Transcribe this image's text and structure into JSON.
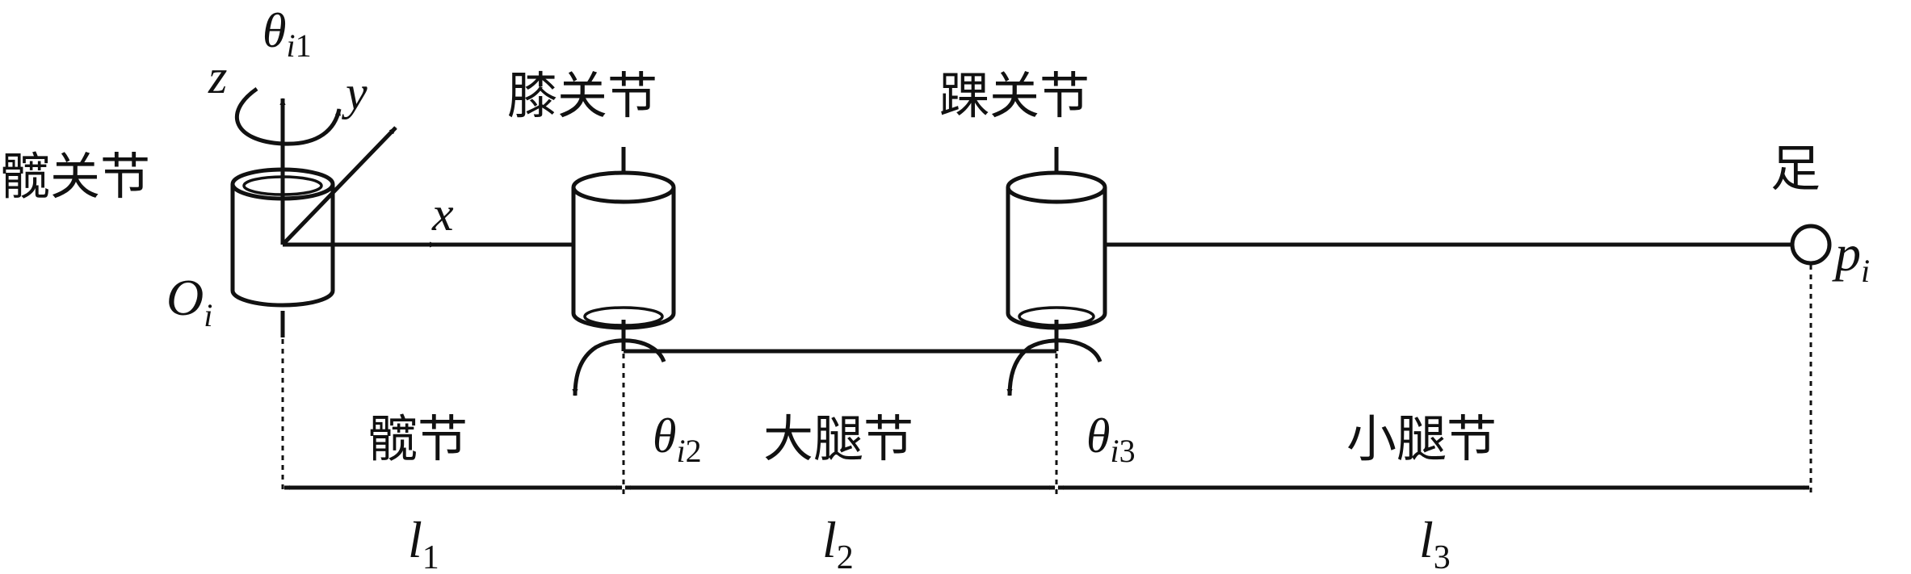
{
  "joints": {
    "hip": "髋关节",
    "knee": "膝关节",
    "ankle": "踝关节",
    "foot": "足"
  },
  "segments": {
    "hip": "髋节",
    "thigh": "大腿节",
    "shank": "小腿节"
  },
  "axes": {
    "x": "x",
    "y": "y",
    "z": "z"
  },
  "symbols": {
    "origin": {
      "base": "O",
      "sub": "i"
    },
    "foot_point": {
      "base": "p",
      "sub": "i"
    },
    "theta1": {
      "base": "θ",
      "sub_italic": "i",
      "sub_num": "1"
    },
    "theta2": {
      "base": "θ",
      "sub_italic": "i",
      "sub_num": "2"
    },
    "theta3": {
      "base": "θ",
      "sub_italic": "i",
      "sub_num": "3"
    }
  },
  "lengths": {
    "l1": {
      "base": "l",
      "sub": "1"
    },
    "l2": {
      "base": "l",
      "sub": "2"
    },
    "l3": {
      "base": "l",
      "sub": "3"
    }
  }
}
